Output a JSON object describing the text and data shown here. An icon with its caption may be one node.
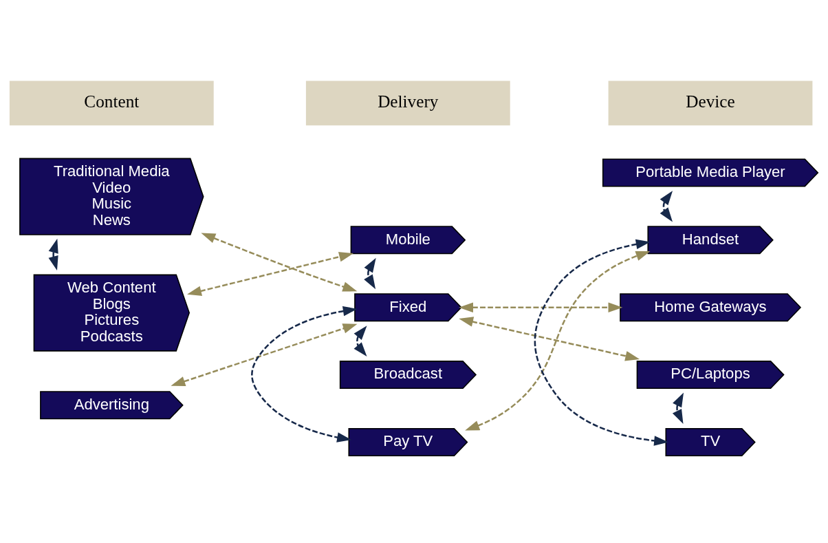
{
  "diagram": {
    "nodes": [
      {
        "text": [
          "Traditional Media",
          "Video",
          "Music",
          "News"
        ]
      },
      {
        "text": [
          "Web Content",
          "Blogs",
          "Pictures",
          "Podcasts"
        ]
      },
      {
        "text": [
          "Advertising"
        ]
      },
      {
        "text": [
          "Mobile"
        ]
      },
      {
        "text": [
          "Fixed"
        ]
      },
      {
        "text": [
          "Broadcast"
        ]
      },
      {
        "text": [
          "Pay TV"
        ]
      },
      {
        "text": [
          "Portable Media Player"
        ]
      },
      {
        "text": [
          "Handset"
        ]
      },
      {
        "text": [
          "Home Gateways"
        ]
      },
      {
        "text": [
          "PC/Laptops"
        ]
      },
      {
        "text": [
          "TV"
        ]
      }
    ],
    "edges": [
      {
        "from": 0,
        "to": 1,
        "arrow": "both",
        "style": "dashed"
      },
      {
        "from": 0,
        "to": 4,
        "arrow": "both",
        "style": "dashed",
        "color": "#968c5a"
      },
      {
        "from": 1,
        "to": 3,
        "arrow": "both",
        "style": "dashed",
        "color": "#968c5a"
      },
      {
        "from": 2,
        "to": 4,
        "arrow": "both",
        "style": "dashed",
        "color": "#968c5a"
      },
      {
        "from": 3,
        "to": 4,
        "arrow": "both",
        "style": "dashed"
      },
      {
        "from": 4,
        "to": 5,
        "arrow": "both",
        "style": "dashed"
      },
      {
        "from": 4,
        "to": 6,
        "arrow": "both",
        "style": "dashed"
      },
      {
        "from": 4,
        "to": 9,
        "arrow": "both",
        "style": "dashed",
        "color": "#968c5a"
      },
      {
        "from": 4,
        "to": 10,
        "arrow": "both",
        "style": "dashed",
        "color": "#968c5a"
      },
      {
        "from": 6,
        "to": 8,
        "arrow": "both",
        "style": "dashed",
        "color": "#968c5a"
      },
      {
        "from": 7,
        "to": 8,
        "arrow": "both",
        "style": "dashed"
      },
      {
        "from": 8,
        "to": 11,
        "arrow": "both",
        "style": "dashed"
      },
      {
        "from": 10,
        "to": 11,
        "arrow": "both",
        "style": "dashed"
      }
    ],
    "labels": [
      "Content",
      "Delivery",
      "Device"
    ]
  }
}
